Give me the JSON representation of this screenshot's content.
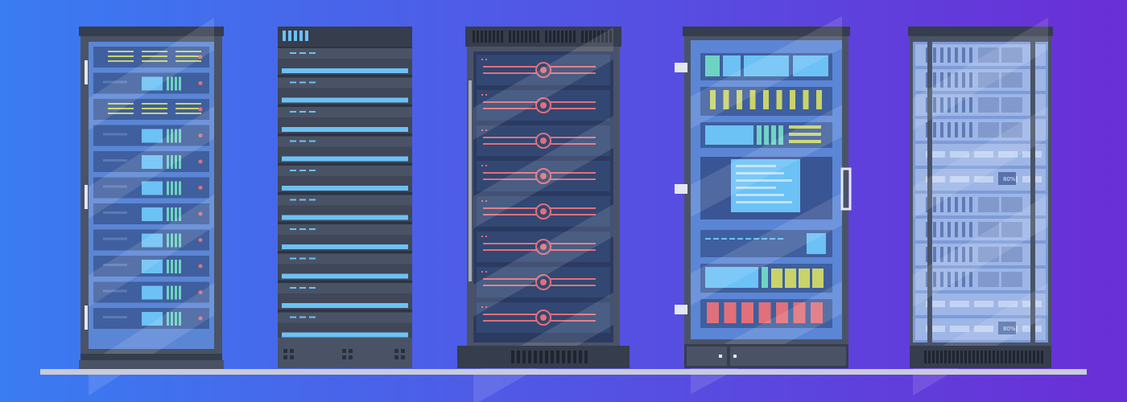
{
  "colors": {
    "bg_left": "#3a7cf2",
    "bg_right": "#6a2ed6",
    "frame": "#4a5366",
    "frame_dark": "#363d4d",
    "glass": "#5b86d6",
    "unit": "#3f5f9e",
    "light_blue": "#6cc1f5",
    "teal": "#6fd3c4",
    "red": "#e0707a",
    "yellow": "#c9d36a",
    "floor": "#c9ccd8"
  },
  "racks": [
    {
      "name": "rack-glass-door-servers",
      "units": 11
    },
    {
      "name": "rack-open-shelves",
      "units": 10
    },
    {
      "name": "rack-red-circuit",
      "units": 8
    },
    {
      "name": "rack-mixed-equipment",
      "units": 7
    },
    {
      "name": "rack-blade-servers",
      "units": 12
    }
  ],
  "rack5": {
    "gauge_labels": [
      "80%",
      "80%"
    ]
  }
}
